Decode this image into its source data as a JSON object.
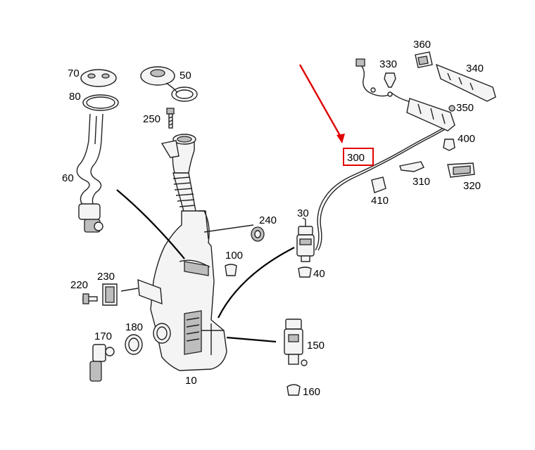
{
  "diagram": {
    "parts": [
      {
        "id": "p70",
        "label": "70"
      },
      {
        "id": "p50",
        "label": "50"
      },
      {
        "id": "p80",
        "label": "80"
      },
      {
        "id": "p250",
        "label": "250"
      },
      {
        "id": "p60",
        "label": "60"
      },
      {
        "id": "p240",
        "label": "240"
      },
      {
        "id": "p30",
        "label": "30"
      },
      {
        "id": "p100",
        "label": "100"
      },
      {
        "id": "p40",
        "label": "40"
      },
      {
        "id": "p220",
        "label": "220"
      },
      {
        "id": "p230",
        "label": "230"
      },
      {
        "id": "p170",
        "label": "170"
      },
      {
        "id": "p180",
        "label": "180"
      },
      {
        "id": "p150",
        "label": "150"
      },
      {
        "id": "p160",
        "label": "160"
      },
      {
        "id": "p10",
        "label": "10"
      },
      {
        "id": "p360",
        "label": "360"
      },
      {
        "id": "p330",
        "label": "330"
      },
      {
        "id": "p340",
        "label": "340"
      },
      {
        "id": "p350",
        "label": "350"
      },
      {
        "id": "p400",
        "label": "400"
      },
      {
        "id": "p300",
        "label": "300"
      },
      {
        "id": "p310",
        "label": "310"
      },
      {
        "id": "p320",
        "label": "320"
      },
      {
        "id": "p410",
        "label": "410"
      }
    ],
    "highlight": {
      "label": "300",
      "color": "#e00000"
    }
  }
}
